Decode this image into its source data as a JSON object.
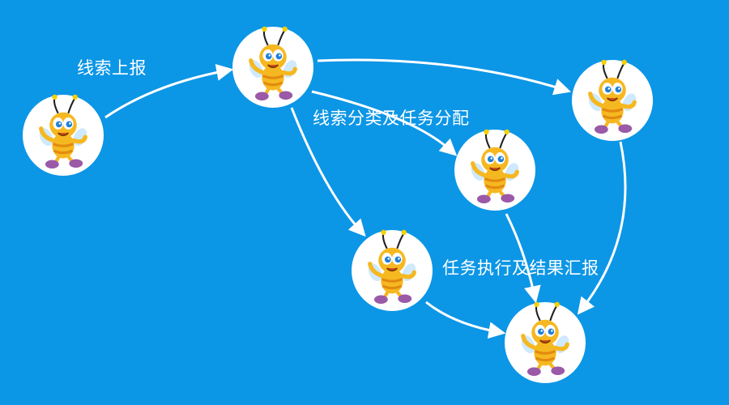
{
  "colors": {
    "background": "#0c96e6",
    "node_fill": "#ffffff",
    "arrow": "#ffffff",
    "bee_body": "#f6b820",
    "bee_stripe": "#e28a10",
    "bee_eye": "#1f7fd8",
    "bee_shoe": "#9b5aa8",
    "bee_wing": "#cfe9ff"
  },
  "icons": {
    "node": "cartoon-bee-icon"
  },
  "diagram": {
    "labels": [
      {
        "text": "线索上报"
      },
      {
        "text": "线索分类及任务分配"
      },
      {
        "text": "任务执行及结果汇报"
      }
    ]
  }
}
